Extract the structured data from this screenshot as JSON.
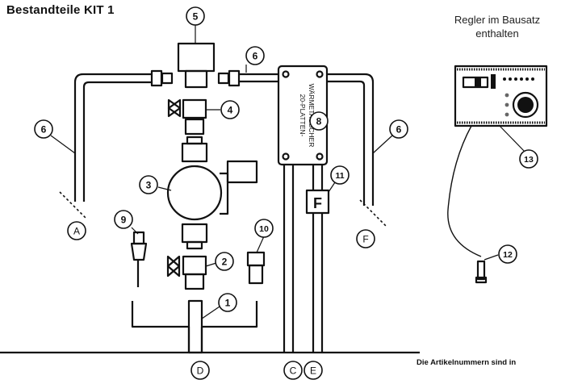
{
  "title": "Bestandteile KIT 1",
  "controller_note": [
    "Regler im Bausatz",
    "enthalten"
  ],
  "footer": "Die Artikelnummern sind in",
  "heat_exchanger_text": [
    "20-PLATTEN-",
    "WÄRMETAUSCHER"
  ],
  "flow_meter_label": "F",
  "part_numbers": [
    "1",
    "2",
    "3",
    "4",
    "5",
    "6",
    "6",
    "6",
    "8",
    "9",
    "10",
    "11",
    "12",
    "13"
  ],
  "connection_labels": [
    "A",
    "C",
    "D",
    "E",
    "F"
  ]
}
